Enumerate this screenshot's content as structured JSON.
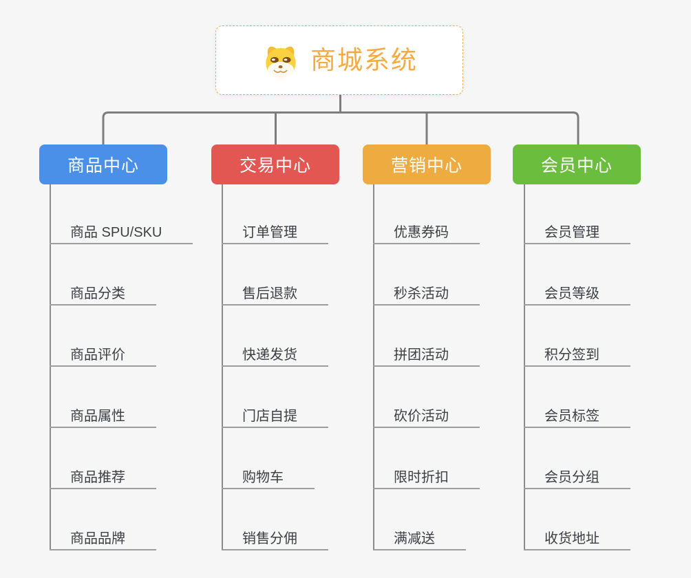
{
  "root": {
    "title": "商城系统",
    "icon": "doge-icon"
  },
  "branches": [
    {
      "id": "product-center",
      "label": "商品中心",
      "color": "#4a90e8",
      "children": [
        "商品 SPU/SKU",
        "商品分类",
        "商品评价",
        "商品属性",
        "商品推荐",
        "商品品牌"
      ]
    },
    {
      "id": "trade-center",
      "label": "交易中心",
      "color": "#e35753",
      "children": [
        "订单管理",
        "售后退款",
        "快递发货",
        "门店自提",
        "购物车",
        "销售分佣"
      ]
    },
    {
      "id": "marketing-center",
      "label": "营销中心",
      "color": "#eeab40",
      "children": [
        "优惠券码",
        "秒杀活动",
        "拼团活动",
        "砍价活动",
        "限时折扣",
        "满减送"
      ]
    },
    {
      "id": "member-center",
      "label": "会员中心",
      "color": "#6bbd3d",
      "children": [
        "会员管理",
        "会员等级",
        "积分签到",
        "会员标签",
        "会员分组",
        "收货地址"
      ]
    }
  ],
  "colors": {
    "background": "#f5f6f5",
    "connector": "#7d7d7d",
    "trunk": "#8a8a8a",
    "underline": "#9d9d9d",
    "leaf_text": "#3c4045",
    "root_border": "#f0ab52",
    "root_title": "#f4ab43"
  }
}
